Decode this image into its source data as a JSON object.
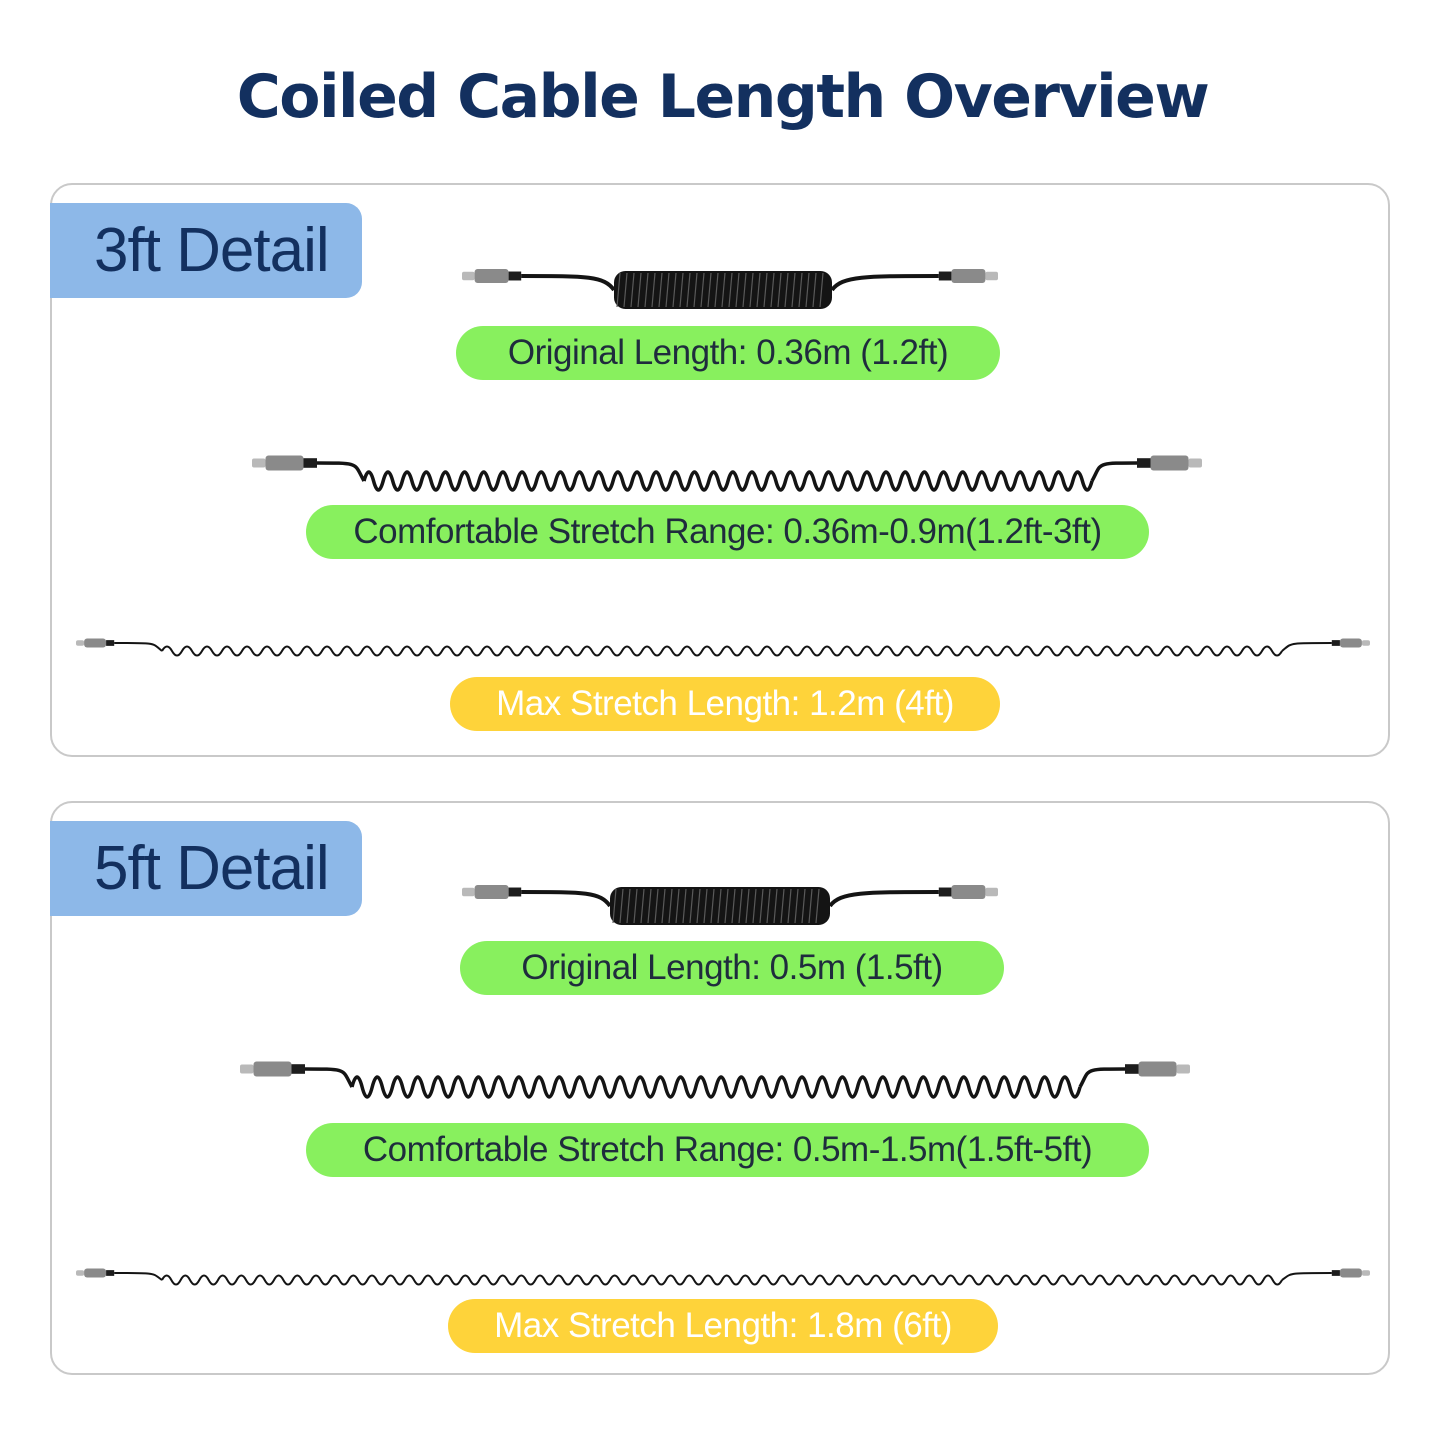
{
  "title": "Coiled Cable Length Overview",
  "sections": [
    {
      "tag": "3ft Detail",
      "original": "Original Length: 0.36m (1.2ft)",
      "comfortable": "Comfortable Stretch Range: 0.36m-0.9m(1.2ft-3ft)",
      "max": "Max Stretch Length: 1.2m (4ft)"
    },
    {
      "tag": "5ft Detail",
      "original": "Original Length: 0.5m (1.5ft)",
      "comfortable": "Comfortable Stretch Range: 0.5m-1.5m(1.5ft-5ft)",
      "max": "Max Stretch Length: 1.8m (6ft)"
    }
  ],
  "colors": {
    "title": "#13305f",
    "tag_background": "#8db8e8",
    "original_pill": "#88f05e",
    "comfortable_pill": "#88f05e",
    "max_pill": "#fed33a",
    "cable": "#141414",
    "connector": "#8a8a8a"
  },
  "icons": [
    "usb-c-connector-icon",
    "coiled-cable-icon"
  ]
}
